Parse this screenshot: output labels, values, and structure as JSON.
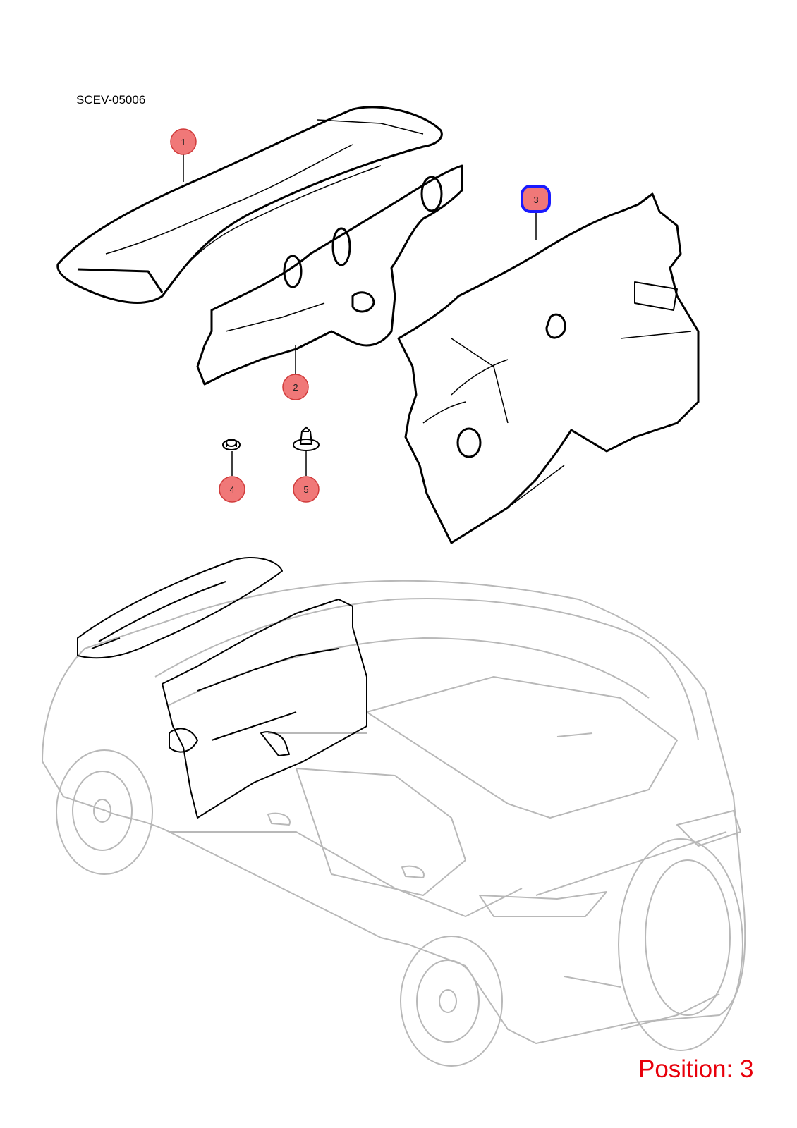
{
  "diagram": {
    "code": "SCEV-05006",
    "position_label": "Position: 3",
    "selected": "3",
    "callouts": [
      {
        "id": "1",
        "label": "1"
      },
      {
        "id": "2",
        "label": "2"
      },
      {
        "id": "3",
        "label": "3"
      },
      {
        "id": "4",
        "label": "4"
      },
      {
        "id": "5",
        "label": "5"
      }
    ],
    "colors": {
      "callout_fill": "#f07878",
      "callout_stroke": "#d03a3a",
      "selected_stroke": "#1a1aff",
      "position_text": "#e8000b",
      "car_outline": "#b8b8b8",
      "part_outline": "#000000"
    }
  }
}
